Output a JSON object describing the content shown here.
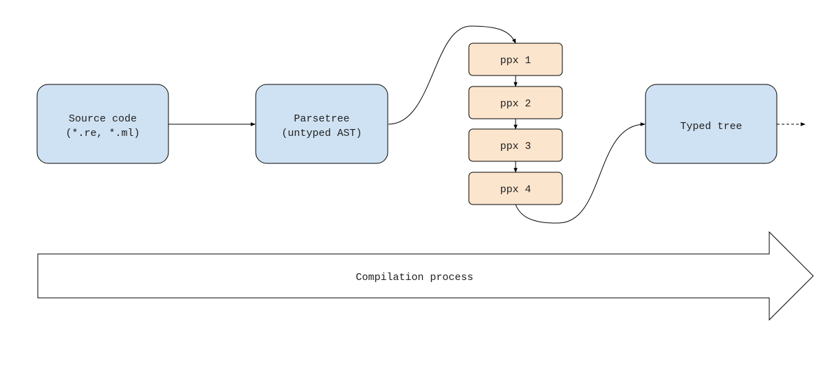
{
  "nodes": {
    "source": {
      "line1": "Source code",
      "line2": "(*.re, *.ml)"
    },
    "parsetree": {
      "line1": "Parsetree",
      "line2": "(untyped AST)"
    },
    "ppx": [
      "ppx 1",
      "ppx 2",
      "ppx 3",
      "ppx 4"
    ],
    "typed": {
      "label": "Typed tree"
    }
  },
  "process": {
    "label": "Compilation process"
  },
  "colors": {
    "primary_fill": "#cfe2f3",
    "ppx_fill": "#fce5cd",
    "stroke": "#000000",
    "text": "#202020"
  }
}
